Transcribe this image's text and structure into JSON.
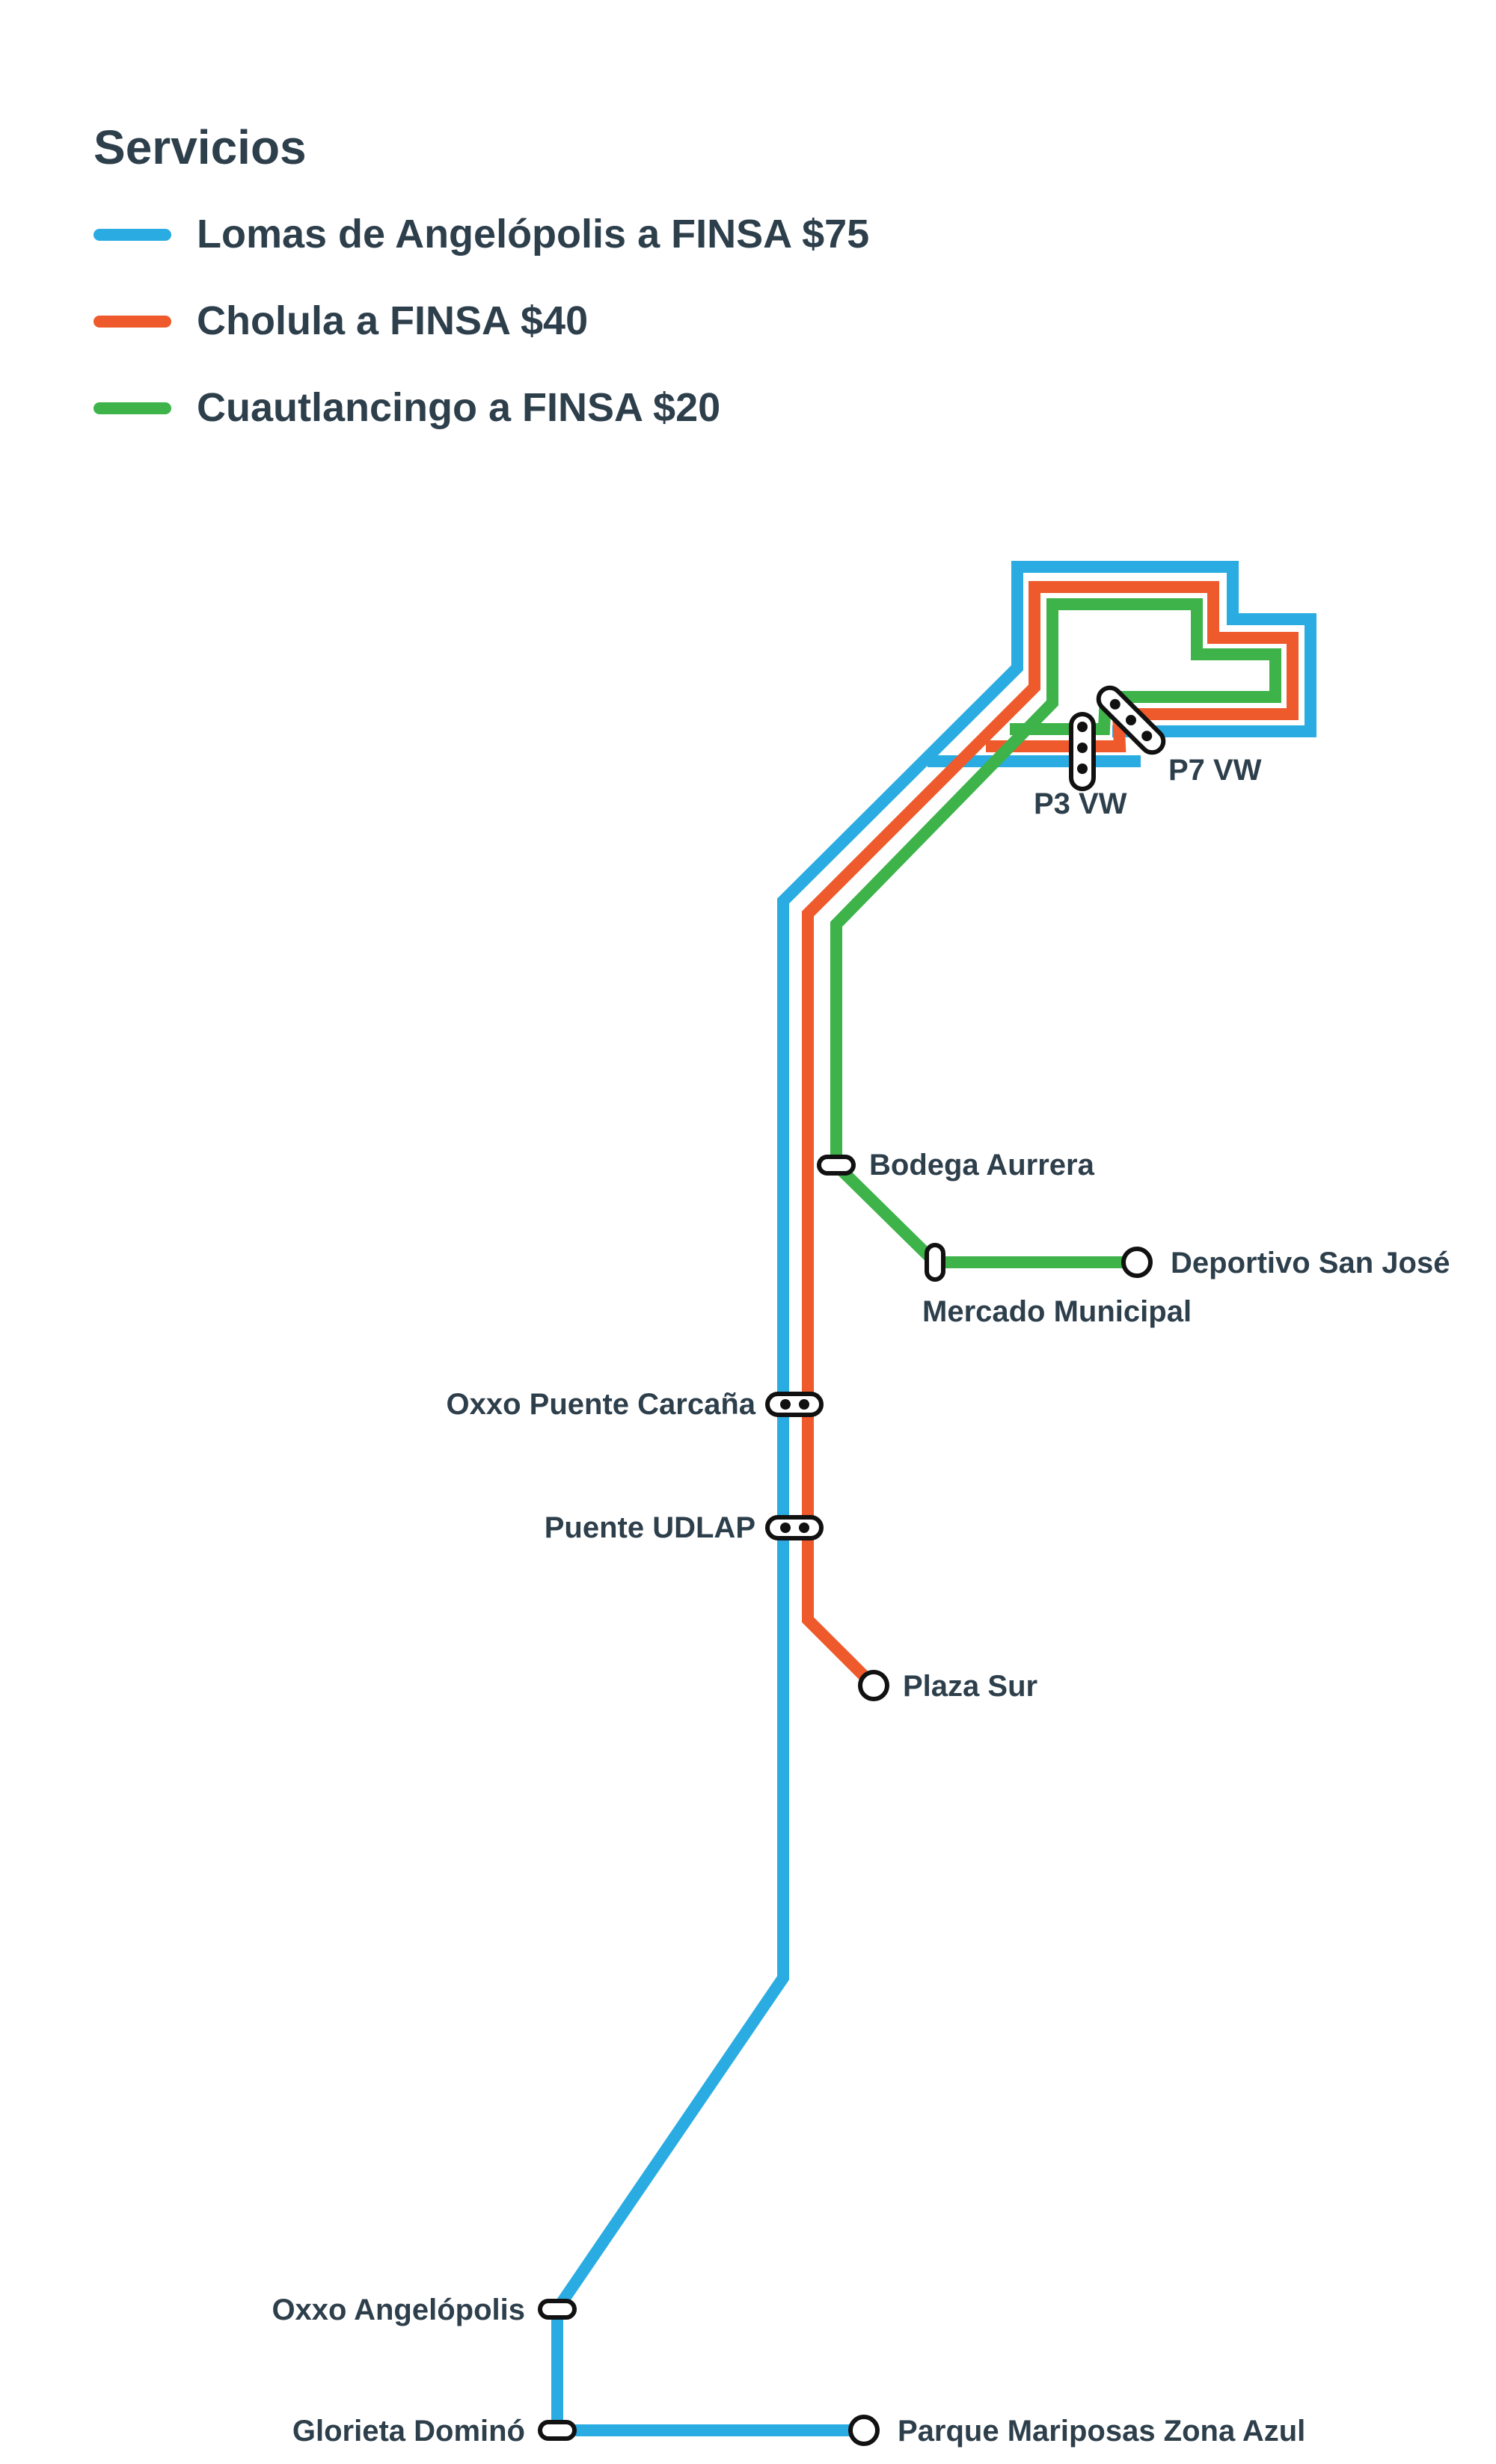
{
  "legend": {
    "title": "Servicios",
    "services": [
      {
        "label": "Lomas de Angelópolis a FINSA $75",
        "color": "#2AACE2"
      },
      {
        "label": "Cholula a FINSA $40",
        "color": "#EE5A2C"
      },
      {
        "label": "Cuautlancingo a FINSA $20",
        "color": "#3DB34A"
      }
    ]
  },
  "colors": {
    "line_blue": "#2AACE2",
    "line_orange": "#EE5A2C",
    "line_green": "#3DB34A",
    "text": "#2E3F4C",
    "stop_outline": "#111111"
  },
  "stops": {
    "p3_vw": "P3 VW",
    "p7_vw": "P7 VW",
    "bodega_aurrera": "Bodega Aurrera",
    "mercado_municipal": "Mercado Municipal",
    "deportivo_san_jose": "Deportivo San José",
    "oxxo_puente_carcana": "Oxxo Puente Carcaña",
    "puente_udlap": "Puente UDLAP",
    "plaza_sur": "Plaza Sur",
    "oxxo_angelopolis": "Oxxo Angelópolis",
    "glorieta_domino": "Glorieta Dominó",
    "parque_mariposas": "Parque Mariposas Zona Azul"
  }
}
